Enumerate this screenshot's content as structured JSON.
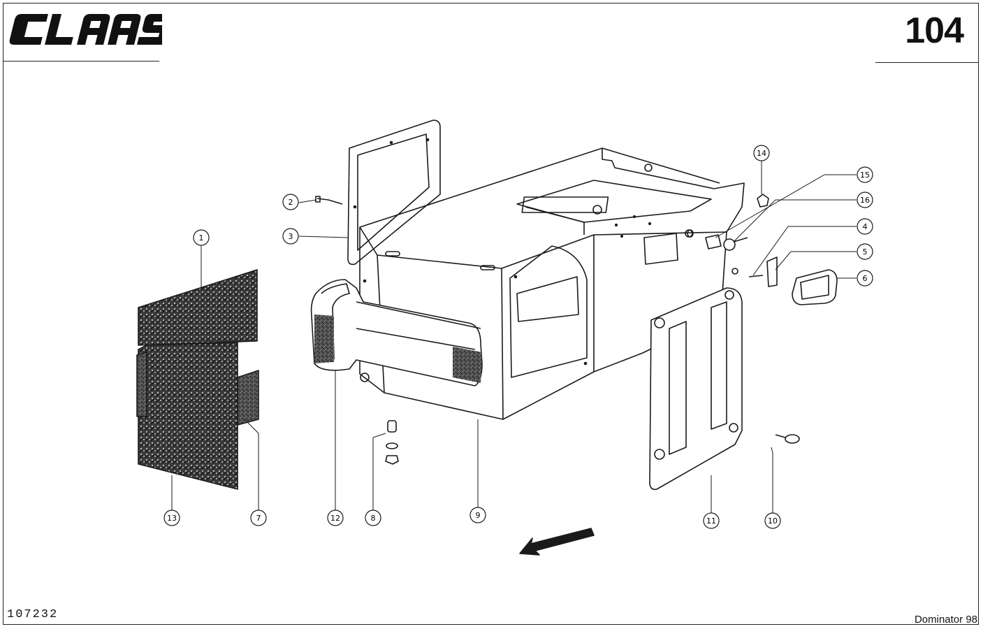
{
  "header": {
    "brand": "CLAAS",
    "page_number": "104"
  },
  "footer": {
    "drawing_number": "107232",
    "model": "Dominator 98"
  },
  "callouts": [
    {
      "id": "1",
      "label": "1"
    },
    {
      "id": "2",
      "label": "2"
    },
    {
      "id": "3",
      "label": "3"
    },
    {
      "id": "4",
      "label": "4"
    },
    {
      "id": "5",
      "label": "5"
    },
    {
      "id": "6",
      "label": "6"
    },
    {
      "id": "7",
      "label": "7"
    },
    {
      "id": "8",
      "label": "8"
    },
    {
      "id": "9",
      "label": "9"
    },
    {
      "id": "10",
      "label": "10"
    },
    {
      "id": "11",
      "label": "11"
    },
    {
      "id": "12",
      "label": "12"
    },
    {
      "id": "13",
      "label": "13"
    },
    {
      "id": "14",
      "label": "14"
    },
    {
      "id": "15",
      "label": "15"
    },
    {
      "id": "16",
      "label": "16"
    }
  ],
  "colors": {
    "line": "#1a1a1a",
    "background": "#ffffff",
    "texture": "#2a2a2a"
  }
}
